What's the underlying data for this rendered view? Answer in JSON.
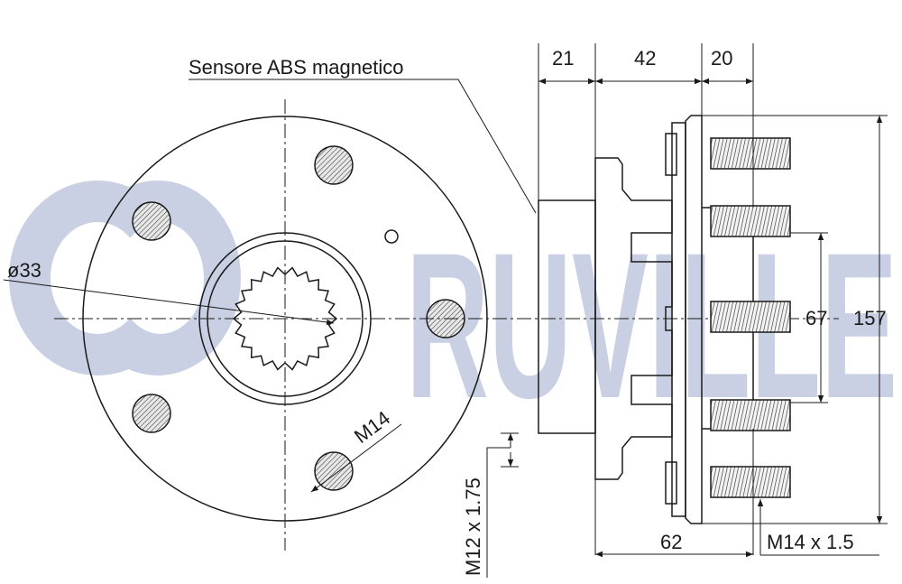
{
  "watermark": {
    "text": "RUVILLE",
    "color": "#c9d0e3"
  },
  "labels": {
    "sensor": "Sensore ABS magnetico",
    "spline_diameter": "ø33",
    "bolt_thread": "M14",
    "dim_21": "21",
    "dim_42": "42",
    "dim_20": "20",
    "dim_67": "67",
    "dim_157": "157",
    "dim_62": "62",
    "thread_m12": "M12 x 1.75",
    "thread_m14": "M14 x 1.5"
  }
}
